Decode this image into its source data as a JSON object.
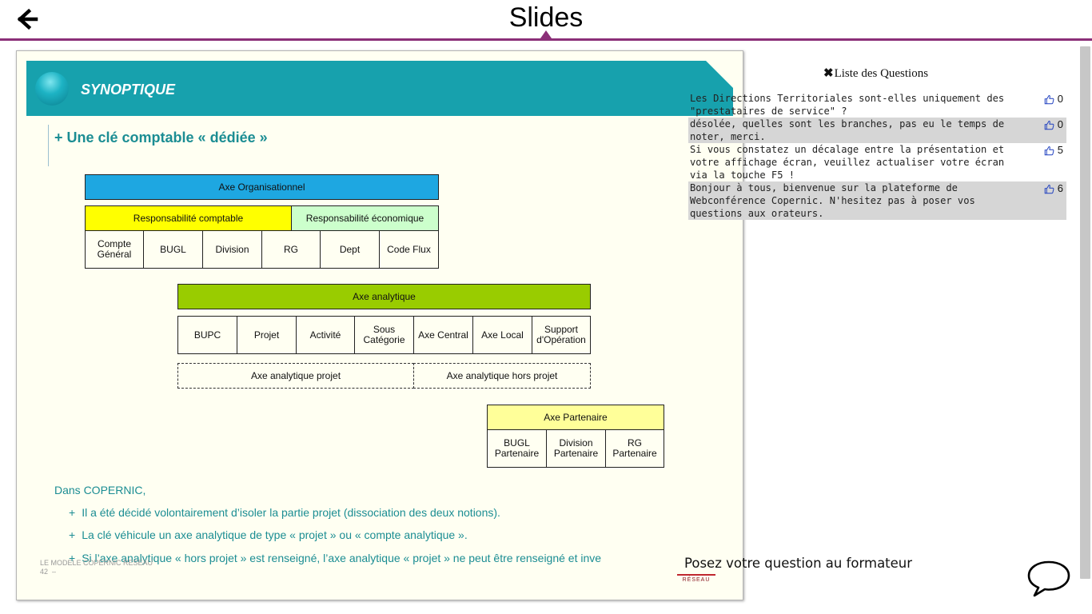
{
  "header": {
    "title": "Slides",
    "back_icon": "arrow-left-icon",
    "accent_color": "#8b2f78"
  },
  "slide": {
    "heading": "SYNOPTIQUE",
    "subheading": "+ Une clé comptable « dédiée »",
    "banner_color": "#17a1ad",
    "axe_organisationnel": {
      "label": "Axe Organisationnel",
      "color": "#1ea7e1",
      "groups": [
        {
          "label": "Responsabilité comptable",
          "color": "#ffff00"
        },
        {
          "label": "Responsabilité économique",
          "color": "#ccffcc"
        }
      ],
      "cells": [
        "Compte\nGénéral",
        "BUGL",
        "Division",
        "RG",
        "Dept",
        "Code Flux"
      ]
    },
    "axe_analytique": {
      "label": "Axe analytique",
      "color": "#99cc00",
      "cells": [
        "BUPC",
        "Projet",
        "Activité",
        "Sous\nCatégorie",
        "Axe Central",
        "Axe Local",
        "Support\nd'Opération"
      ],
      "subgroups": [
        "Axe analytique projet",
        "Axe analytique hors projet"
      ]
    },
    "axe_partenaire": {
      "label": "Axe Partenaire",
      "color": "#ffff99",
      "cells": [
        "BUGL\nPartenaire",
        "Division\nPartenaire",
        "RG\nPartenaire"
      ]
    },
    "notes": {
      "intro": "Dans COPERNIC,",
      "bullets": [
        "Il a été décidé volontairement  d’isoler la partie projet (dissociation des deux notions).",
        "La clé véhicule  un axe analytique  de type « projet » ou « compte analytique ».",
        "Si l’axe analytique  « hors projet » est renseigné, l’axe analytique  « projet » ne peut être renseigné et inve"
      ]
    },
    "footer": {
      "label": "LE MODELE  COPERNIC  RESEAU",
      "page": "42"
    },
    "logo_text": "RÉSEAU"
  },
  "questions": {
    "title": "Liste des Questions",
    "close_icon": "close-icon",
    "like_icon": "thumbs-up-icon",
    "items": [
      {
        "text": "Les Directions Territoriales sont-elles uniquement des \"prestataires de service\" ?",
        "likes": "0"
      },
      {
        "text": "désolée, quelles sont les branches, pas eu le temps de noter, merci.",
        "likes": "0"
      },
      {
        "text": "Si vous constatez un décalage entre la présentation et votre affichage écran, veuillez actualiser votre écran via la touche F5 !",
        "likes": "5"
      },
      {
        "text": "Bonjour à tous, bienvenue sur la plateforme de Webconférence Copernic. N'hesitez pas à poser vos questions aux orateurs.",
        "likes": "6"
      }
    ]
  },
  "ask": {
    "label": "Posez votre question au formateur",
    "icon": "speech-bubble-icon"
  }
}
